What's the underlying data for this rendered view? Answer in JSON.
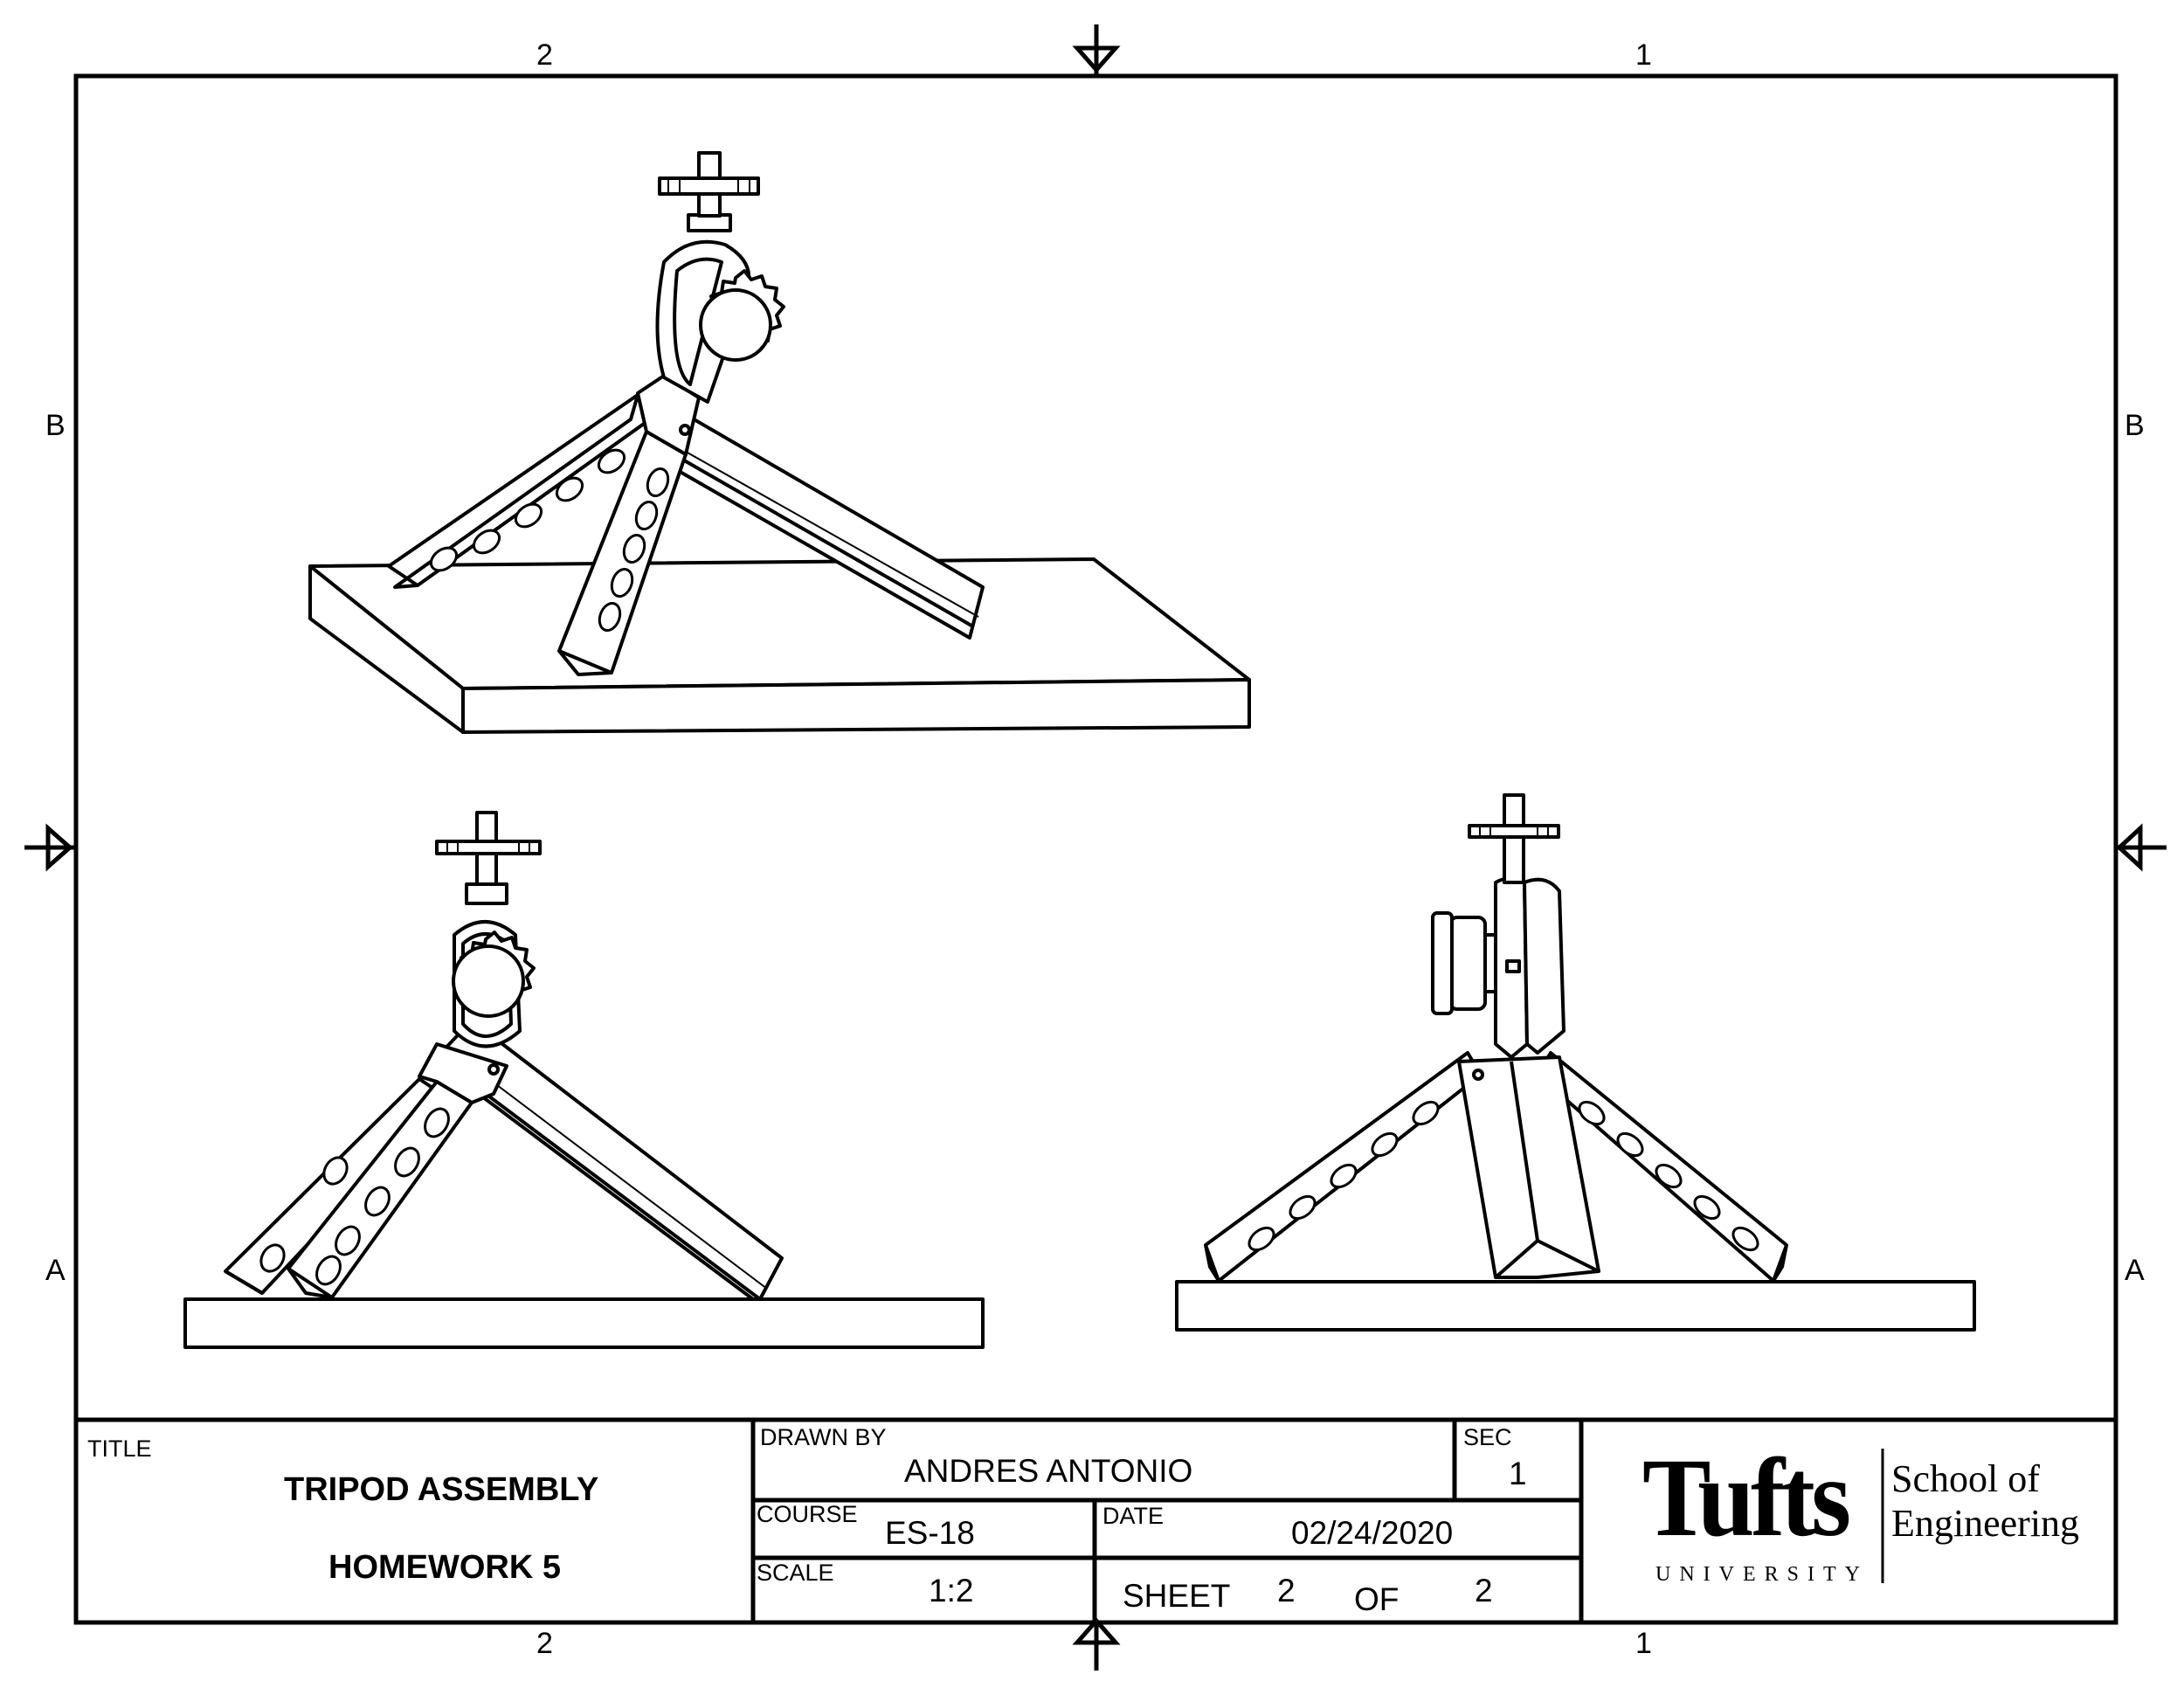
{
  "zones": {
    "top_left": "2",
    "top_right": "1",
    "bottom_left": "2",
    "bottom_right": "1",
    "left_upper": "B",
    "left_lower": "A",
    "right_upper": "B",
    "right_lower": "A"
  },
  "title_block": {
    "title_label": "TITLE",
    "title_line1": "TRIPOD ASSEMBLY",
    "title_line2": "HOMEWORK 5",
    "drawn_by_label": "DRAWN BY",
    "drawn_by": "ANDRES ANTONIO",
    "sec_label": "SEC",
    "sec": "1",
    "course_label": "COURSE",
    "course": "ES-18",
    "date_label": "DATE",
    "date": "02/24/2020",
    "scale_label": "SCALE",
    "scale": "1:2",
    "sheet_label": "SHEET",
    "sheet_number": "2",
    "of_label": "OF",
    "sheet_total": "2"
  },
  "logo": {
    "wordmark": "Tufts",
    "university": "UNIVERSITY",
    "school_line1": "School of",
    "school_line2": "Engineering"
  },
  "views": [
    {
      "name": "isometric-view"
    },
    {
      "name": "front-view"
    },
    {
      "name": "side-view"
    }
  ]
}
